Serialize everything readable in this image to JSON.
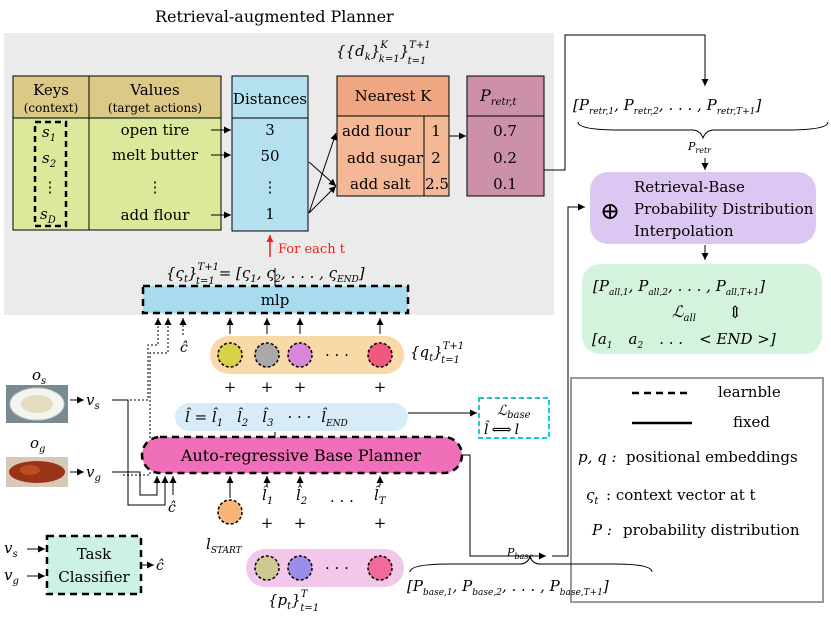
{
  "title": "Retrieval-augmented Planner",
  "kv_table": {
    "keys_header": "Keys",
    "keys_sub": "(context)",
    "values_header": "Values",
    "values_sub": "(target actions)",
    "keys": [
      "s",
      "s",
      "⋮",
      "s"
    ],
    "key_subs": [
      "1",
      "2",
      "",
      "D"
    ],
    "values": [
      "open tire",
      "melt butter",
      "⋮",
      "add flour"
    ]
  },
  "distances": {
    "header": "Distances",
    "values": [
      "3",
      "50",
      "⋮",
      "1"
    ]
  },
  "nearest": {
    "header": "Nearest K",
    "items": [
      {
        "action": "add flour",
        "rank": "1"
      },
      {
        "action": "add sugar",
        "rank": "2"
      },
      {
        "action": "add salt",
        "rank": "2.5"
      }
    ]
  },
  "pretr": {
    "header": "P",
    "header_sub": "retr,t",
    "values": [
      "0.7",
      "0.2",
      "0.1"
    ]
  },
  "dk_set": {
    "text": "{{d",
    "sub": "k",
    "tail": "}",
    "sup1": "K",
    "sub1": "k=1",
    "close": "}",
    "sup2": "T+1",
    "sub2": "t=1"
  },
  "for_each": "For each t",
  "context_formula": "{ς",
  "context_formula_full": {
    "a": "{ς",
    "asub": "t",
    "b": "}",
    "sup": "T+1",
    "sub": "t=1",
    "rhs": "= [ς",
    "r1": "1",
    "c1": ", ς",
    "r2": "2",
    "c2": ", . . . , ς",
    "r3": "END",
    "c3": "]"
  },
  "mlp_label": "mlp",
  "chat": "ĉ",
  "q_label": {
    "a": "{q",
    "asub": "t",
    "b": "}",
    "sup": "T+1",
    "sub": "t=1"
  },
  "plus": "+",
  "dots": "· · ·",
  "lhat_seq": {
    "eq": "l̂ = l̂",
    "s1": "1",
    "l2": "l̂",
    "s2": "2",
    "l3": "l̂",
    "s3": "3",
    "l4": "l̂",
    "s4": "END"
  },
  "loss": {
    "L": "ℒ",
    "sub": "base",
    "left": "l̂",
    "arrow": "⟺",
    "right": "l"
  },
  "base_planner": "Auto-regressive Base Planner",
  "obs": {
    "os": "o",
    "os_sub": "s",
    "vs": "v",
    "vs_sub": "s",
    "og": "o",
    "og_sub": "g",
    "vg": "v",
    "vg_sub": "g"
  },
  "bottom_l": {
    "start": "l",
    "start_sub": "START",
    "l1": "l̂",
    "s1": "1",
    "l2": "l̂",
    "s2": "2",
    "lt": "l̂",
    "st": "T"
  },
  "p_label": {
    "a": "{p",
    "asub": "t",
    "b": "}",
    "sup": "T",
    "sub": "t=1"
  },
  "task_classifier": {
    "line1": "Task",
    "line2": "Classifier",
    "vs": "v",
    "vs_sub": "s",
    "vg": "v",
    "vg_sub": "g",
    "out": "ĉ"
  },
  "pbase_label": {
    "a": "P",
    "asub": "base"
  },
  "pbase_seq": {
    "open": "[P",
    "s1": "base,1",
    "c1": ", P",
    "s2": "base,2",
    "c2": ", . . . , P",
    "s3": "base,T+1",
    "close": "]"
  },
  "pretr_seq": {
    "open": "[P",
    "s1": "retr,1",
    "c1": ", P",
    "s2": "retr,2",
    "c2": ", . . . , P",
    "s3": "retr,T+1",
    "close": "]"
  },
  "pretr_label": {
    "a": "P",
    "asub": "retr"
  },
  "interp": {
    "symbol": "⊕",
    "line1": "Retrieval-Base",
    "line2": "Probability Distribution",
    "line3": "Interpolation"
  },
  "pall": {
    "seq_open": "[P",
    "s1": "all,1",
    "c1": ", P",
    "s2": "all,2",
    "c2": ", . . . , P",
    "s3": "all,T+1",
    "close": "]",
    "loss": "ℒ",
    "loss_sub": "all",
    "updown": "⇕",
    "a_open": "[a",
    "a1": "1",
    "a2": "a",
    "a2s": "2",
    "adots": ". . .",
    "aend": "< END >]"
  },
  "legend": {
    "learnable": "learnble",
    "fixed": "fixed",
    "pq": "p, q :",
    "pq_desc": "positional embeddings",
    "ct": "ς",
    "ct_sub": "t",
    "ct_desc": ": context vector at t",
    "p": "P :",
    "p_desc": "probability distribution"
  },
  "colors": {
    "gray_bg": "#ebebeb",
    "keys_header": "#dcc887",
    "keys_body": "#dce89a",
    "distances": "#b4e0ef",
    "nearest_header": "#f0a583",
    "nearest_body": "#f5b896",
    "pretr": "#cc91a8",
    "mlp": "#a9dbef",
    "q_band": "#fad9a8",
    "p_band": "#f3c7ea",
    "base_planner": "#f06fb9",
    "lhat_band": "#d8ecf8",
    "task": "#cdf2e4",
    "interp": "#dcc6f2",
    "pall": "#d4f3dc",
    "loss_box": "#18c6e0",
    "red": "#e8231c"
  }
}
